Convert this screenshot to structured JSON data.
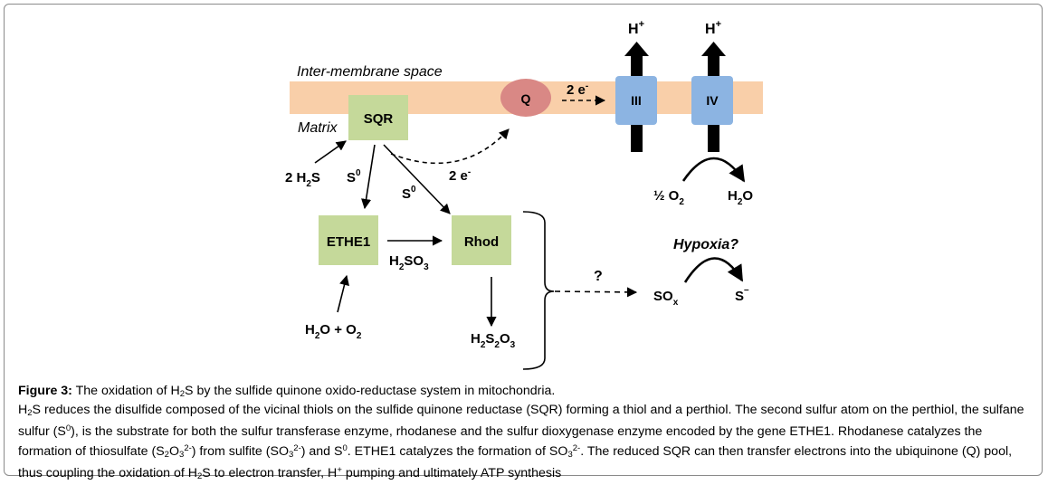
{
  "diagram": {
    "intermembrane_label": "Inter-membrane space",
    "matrix_label": "Matrix",
    "sqr": "SQR",
    "q": "Q",
    "complex_iii": "III",
    "complex_iv": "IV",
    "h_plus": "H",
    "h_plus_sup": "+",
    "two_e": "2 e",
    "e_sup": "-",
    "h2s_2": "2 H",
    "h2s_sub": "2",
    "h2s_s": "S",
    "s0_letter": "S",
    "s0_sup": "0",
    "ethe1": "ETHE1",
    "rhod": "Rhod",
    "h2so3_h": "H",
    "h2so3_sub2": "2",
    "h2so3_so": "SO",
    "h2so3_sub3": "3",
    "h2o_o2_h": "H",
    "h2o_o2_sub2": "2",
    "h2o_o2_mid": "O + O",
    "h2o_o2_subo2": "2",
    "h2s2o3_h": "H",
    "h2s2o3_sub_a": "2",
    "h2s2o3_s": "S",
    "h2s2o3_sub_b": "2",
    "h2s2o3_o": "O",
    "h2s2o3_sub_c": "3",
    "half_o2": "½ O",
    "half_o2_sub": "2",
    "h2o_h": "H",
    "h2o_sub": "2",
    "h2o_o": "O",
    "hypoxia": "Hypoxia?",
    "question": "?",
    "sox": "SO",
    "sox_sub": "x",
    "s_minus": "S",
    "s_minus_sup": "–"
  },
  "caption": {
    "title": "Figure 3:",
    "title_rest_a": " The oxidation of H",
    "title_sub": "2",
    "title_rest_b": "S by the sulfide quinone oxido-reductase system in mitochondria.",
    "line2_a": "H",
    "line2_sub": "2",
    "line2_b": "S reduces the disulfide composed of the vicinal thiols on the sulfide quinone reductase (SQR) forming a thiol and a perthiol. The second sulfur atom on the perthiol, the sulfane sulfur (S",
    "line2_sup0": "0",
    "line2_c": "), is the substrate for both the sulfur transferase enzyme, rhodanese and the sulfur dioxygenase enzyme encoded by the gene ETHE1. Rhodanese catalyzes the formation of thiosulfate (S",
    "thio_sub2": "2",
    "thio_o": "O",
    "thio_sub3": "3",
    "thio_sup": "2-",
    "line2_d": ") from sulfite (SO",
    "sulf_sub3": "3",
    "sulf_sup": "2-",
    "line2_e": ") and S",
    "line2_sup0b": "0",
    "line2_f": ". ETHE1 catalyzes the formation of SO",
    "sulf2_sub3": "3",
    "sulf2_sup": "2-",
    "line2_g": ". The reduced SQR can then transfer electrons into the ubiquinone (Q) pool, thus coupling the oxidation of H",
    "line2_sub2": "2",
    "line2_h": "S to electron transfer, H",
    "line2_hsup": "+",
    "line2_i": " pumping and ultimately ATP synthesis"
  }
}
